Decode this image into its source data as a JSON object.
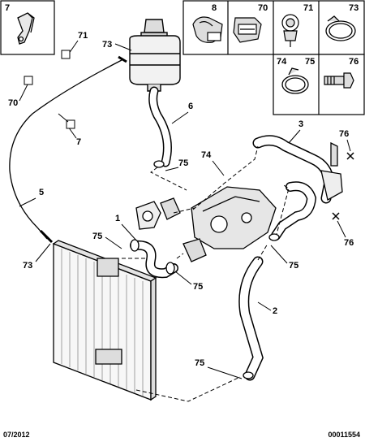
{
  "callouts": {
    "n1": "1",
    "n2": "2",
    "n3": "3",
    "n5": "5",
    "n6": "6",
    "n7_box": "7",
    "n7_line": "7",
    "n8": "8",
    "n70_box": "70",
    "n70_line": "70",
    "n71_box": "71",
    "n71_line": "71",
    "n73_box": "73",
    "n73_tank": "73",
    "n73_bottom": "73",
    "n74_box": "74",
    "n74_diag": "74",
    "n75_box": "75",
    "n75_a": "75",
    "n75_b": "75",
    "n75_c": "75",
    "n75_d": "75",
    "n75_e": "75",
    "n76_box": "76",
    "n76_a": "76",
    "n76_b": "76"
  },
  "footer": {
    "date": "07/2012",
    "ref": "00011554"
  }
}
